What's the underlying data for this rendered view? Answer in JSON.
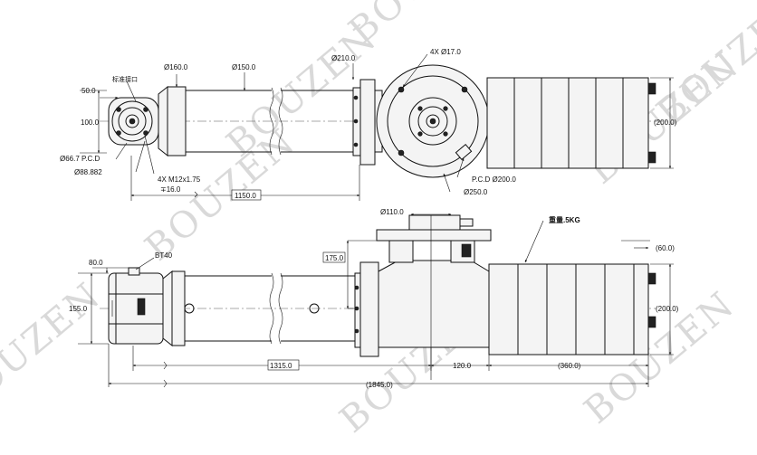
{
  "watermark": "BOUZEN",
  "top_view": {
    "labels": {
      "adapter_note": "标准接口",
      "dim_50": "50.0",
      "dim_100": "100.0",
      "pcd_66": "Ø66.7 P.C.D",
      "dia_88": "Ø88.882",
      "dia_160": "Ø160.0",
      "dia_150": "Ø150.0",
      "dia_210": "Ø210.0",
      "holes_17": "4X Ø17.0",
      "bolts_m12": "4X M12x1.75",
      "depth_16": "∓16.0",
      "len_1150": "1150.0",
      "pcd_200": "P.C.D Ø200.0",
      "dia_250": "Ø250.0",
      "height_200": "(200.0)"
    }
  },
  "side_view": {
    "labels": {
      "dia_110": "Ø110.0",
      "weight": "重量.5KG",
      "dim_175": "175.0",
      "dim_80": "80.0",
      "bt40": "BT40",
      "dim_155": "155.0",
      "dim_60": "(60.0)",
      "height_200": "(200.0)",
      "len_1315": "1315.0",
      "len_120": "120.0",
      "len_360": "(360.0)",
      "len_1845": "(1845.0)"
    }
  }
}
